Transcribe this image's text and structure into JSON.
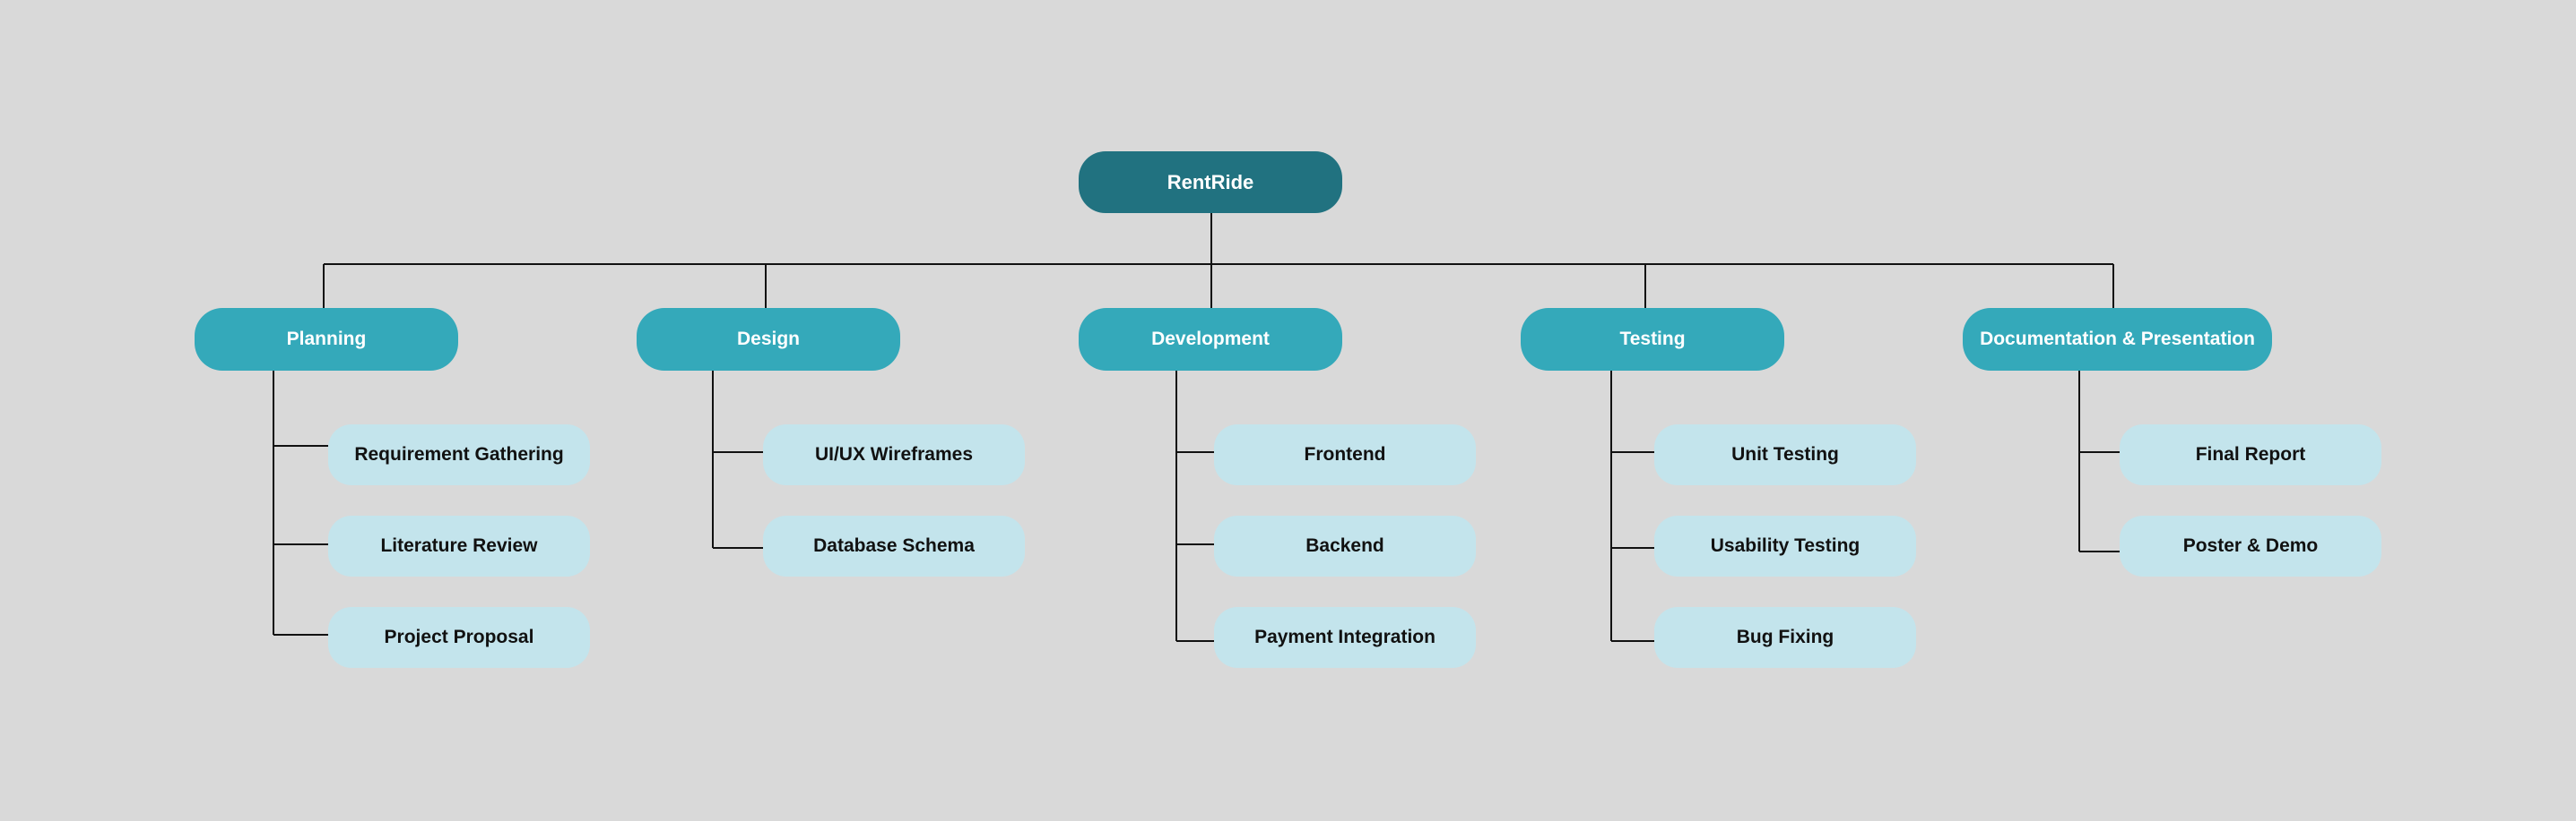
{
  "colors": {
    "background": "#d9d9d9",
    "root_fill": "#217280",
    "phase_fill": "#34a9ba",
    "task_fill": "#c3e4ec",
    "connector": "#111111"
  },
  "root": {
    "label": "RentRide"
  },
  "phases": [
    {
      "label": "Planning",
      "tasks": [
        "Requirement Gathering",
        "Literature Review",
        "Project Proposal"
      ]
    },
    {
      "label": "Design",
      "tasks": [
        "UI/UX Wireframes",
        "Database Schema"
      ]
    },
    {
      "label": "Development",
      "tasks": [
        "Frontend",
        "Backend",
        "Payment Integration"
      ]
    },
    {
      "label": "Testing",
      "tasks": [
        "Unit Testing",
        "Usability Testing",
        "Bug Fixing"
      ]
    },
    {
      "label": "Documentation & Presentation",
      "tasks": [
        "Final Report",
        "Poster & Demo"
      ]
    }
  ]
}
